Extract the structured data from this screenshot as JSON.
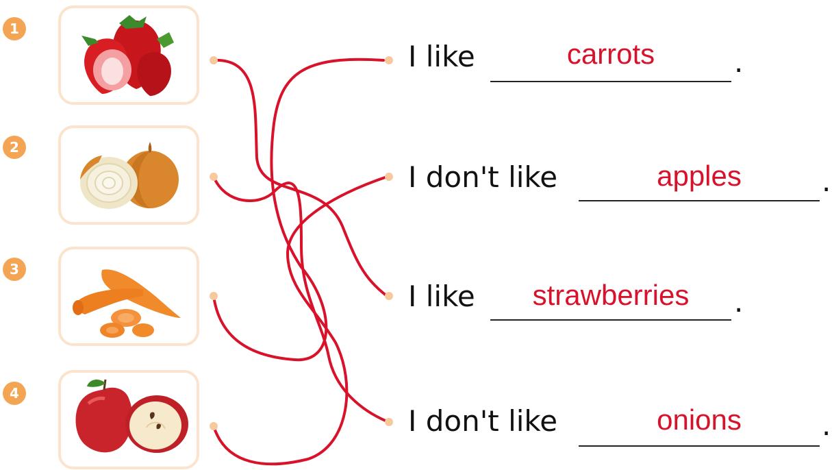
{
  "items": [
    {
      "number": "1",
      "picture": "strawberries-picture"
    },
    {
      "number": "2",
      "picture": "onions-picture"
    },
    {
      "number": "3",
      "picture": "carrots-picture"
    },
    {
      "number": "4",
      "picture": "apples-picture"
    }
  ],
  "sentences": [
    {
      "prefix": "I like",
      "answer": "carrots",
      "suffix": "."
    },
    {
      "prefix": "I don't like",
      "answer": "apples",
      "suffix": "."
    },
    {
      "prefix": "I like",
      "answer": "strawberries",
      "suffix": "."
    },
    {
      "prefix": "I don't like",
      "answer": "onions",
      "suffix": "."
    }
  ],
  "colors": {
    "line": "#d9122b",
    "answer": "#d9122b",
    "badge": "#f4a553",
    "card_border": "#fbe3cd"
  }
}
